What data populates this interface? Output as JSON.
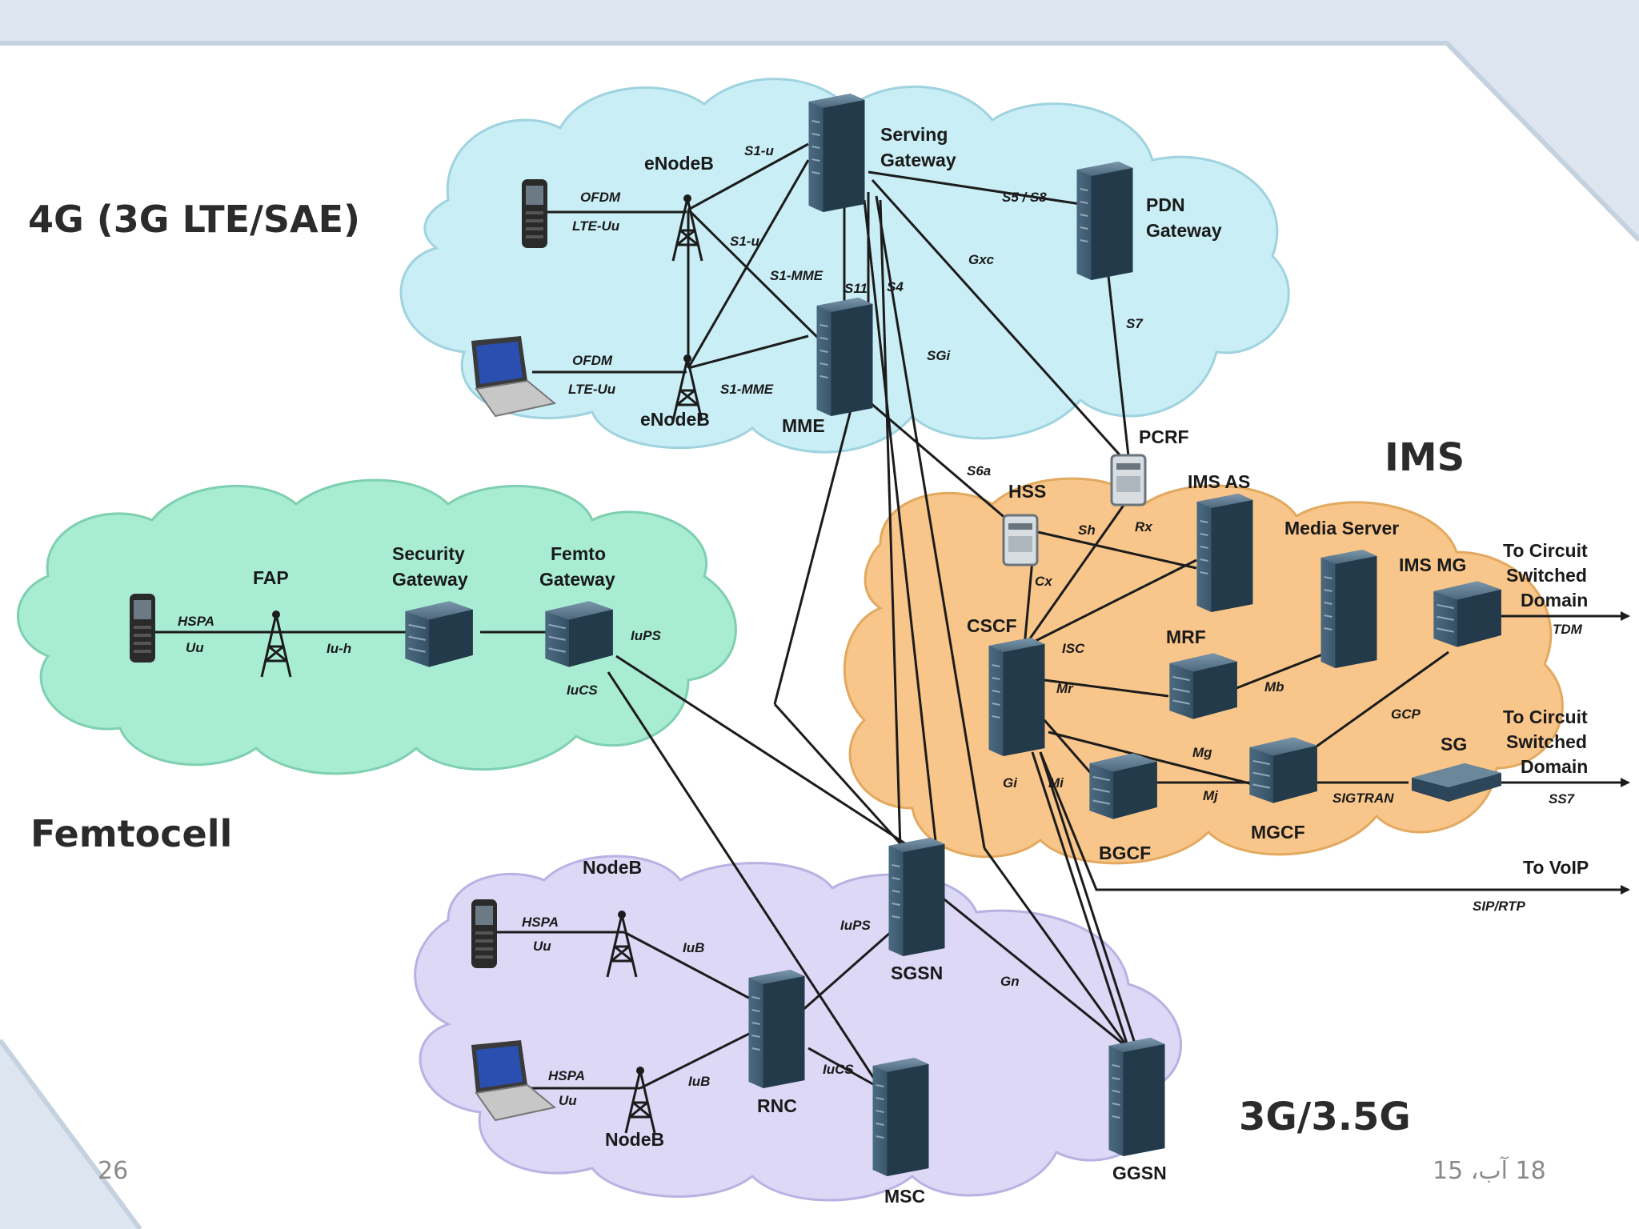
{
  "regions": {
    "lte": "4G (3G LTE/SAE)",
    "femto": "Femtocell",
    "ims": "IMS",
    "umts": "3G/3.5G"
  },
  "nodes": {
    "serving_gw": [
      "Serving",
      "Gateway"
    ],
    "pdn_gw": [
      "PDN",
      "Gateway"
    ],
    "enodeb_top": "eNodeB",
    "enodeb_bottom": "eNodeB",
    "mme": "MME",
    "pcrf": "PCRF",
    "hss": "HSS",
    "ims_as": "IMS AS",
    "media_server": "Media Server",
    "ims_mg": "IMS MG",
    "cscf": "CSCF",
    "mrf": "MRF",
    "bgcf": "BGCF",
    "mgcf": "MGCF",
    "sg": "SG",
    "fap": "FAP",
    "security_gw": [
      "Security",
      "Gateway"
    ],
    "femto_gw": [
      "Femto",
      "Gateway"
    ],
    "nodeb_top": "NodeB",
    "nodeb_bottom": "NodeB",
    "sgsn": "SGSN",
    "rnc": "RNC",
    "msc": "MSC",
    "ggsn": "GGSN"
  },
  "exits": {
    "cs_tdm": [
      "To Circuit",
      "Switched",
      "Domain"
    ],
    "cs_tdm_proto": "TDM",
    "cs_ss7": [
      "To Circuit",
      "Switched",
      "Domain"
    ],
    "cs_ss7_proto": "SS7",
    "voip": "To VoIP",
    "voip_proto": "SIP/RTP"
  },
  "interfaces": {
    "ofdm_1": "OFDM",
    "lteuu_1": "LTE-Uu",
    "ofdm_2": "OFDM",
    "lteuu_2": "LTE-Uu",
    "s1u_a": "S1-u",
    "s1u_b": "S1-u",
    "s1mme_a": "S1-MME",
    "s1mme_b": "S1-MME",
    "s11": "S11",
    "s4": "S4",
    "s5s8": "S5 / S8",
    "gxc": "Gxc",
    "s7": "S7",
    "sgi": "SGi",
    "s6a": "S6a",
    "sh": "Sh",
    "rx": "Rx",
    "cx": "Cx",
    "isc": "ISC",
    "mr": "Mr",
    "mb": "Mb",
    "mg": "Mg",
    "mj": "Mj",
    "gcp": "GCP",
    "sigtran": "SIGTRAN",
    "gi": "Gi",
    "mi": "Mi",
    "hspa_f": "HSPA",
    "uu_f": "Uu",
    "iuh": "Iu-h",
    "iups_f": "IuPS",
    "iucs_f": "IuCS",
    "hspa_1": "HSPA",
    "uu_1": "Uu",
    "hspa_2": "HSPA",
    "uu_2": "Uu",
    "iub_1": "IuB",
    "iub_2": "IuB",
    "iups_u": "IuPS",
    "iucs_u": "IuCS",
    "gn": "Gn"
  },
  "footer": {
    "slide_number": "26",
    "date": "18 آب، 15"
  },
  "colors": {
    "lte_cloud": "#c9eef5",
    "femto_cloud": "#a8ecd3",
    "ims_cloud": "#f8c68a",
    "umts_cloud": "#dcd8f6",
    "server": "#2f4a5e"
  }
}
